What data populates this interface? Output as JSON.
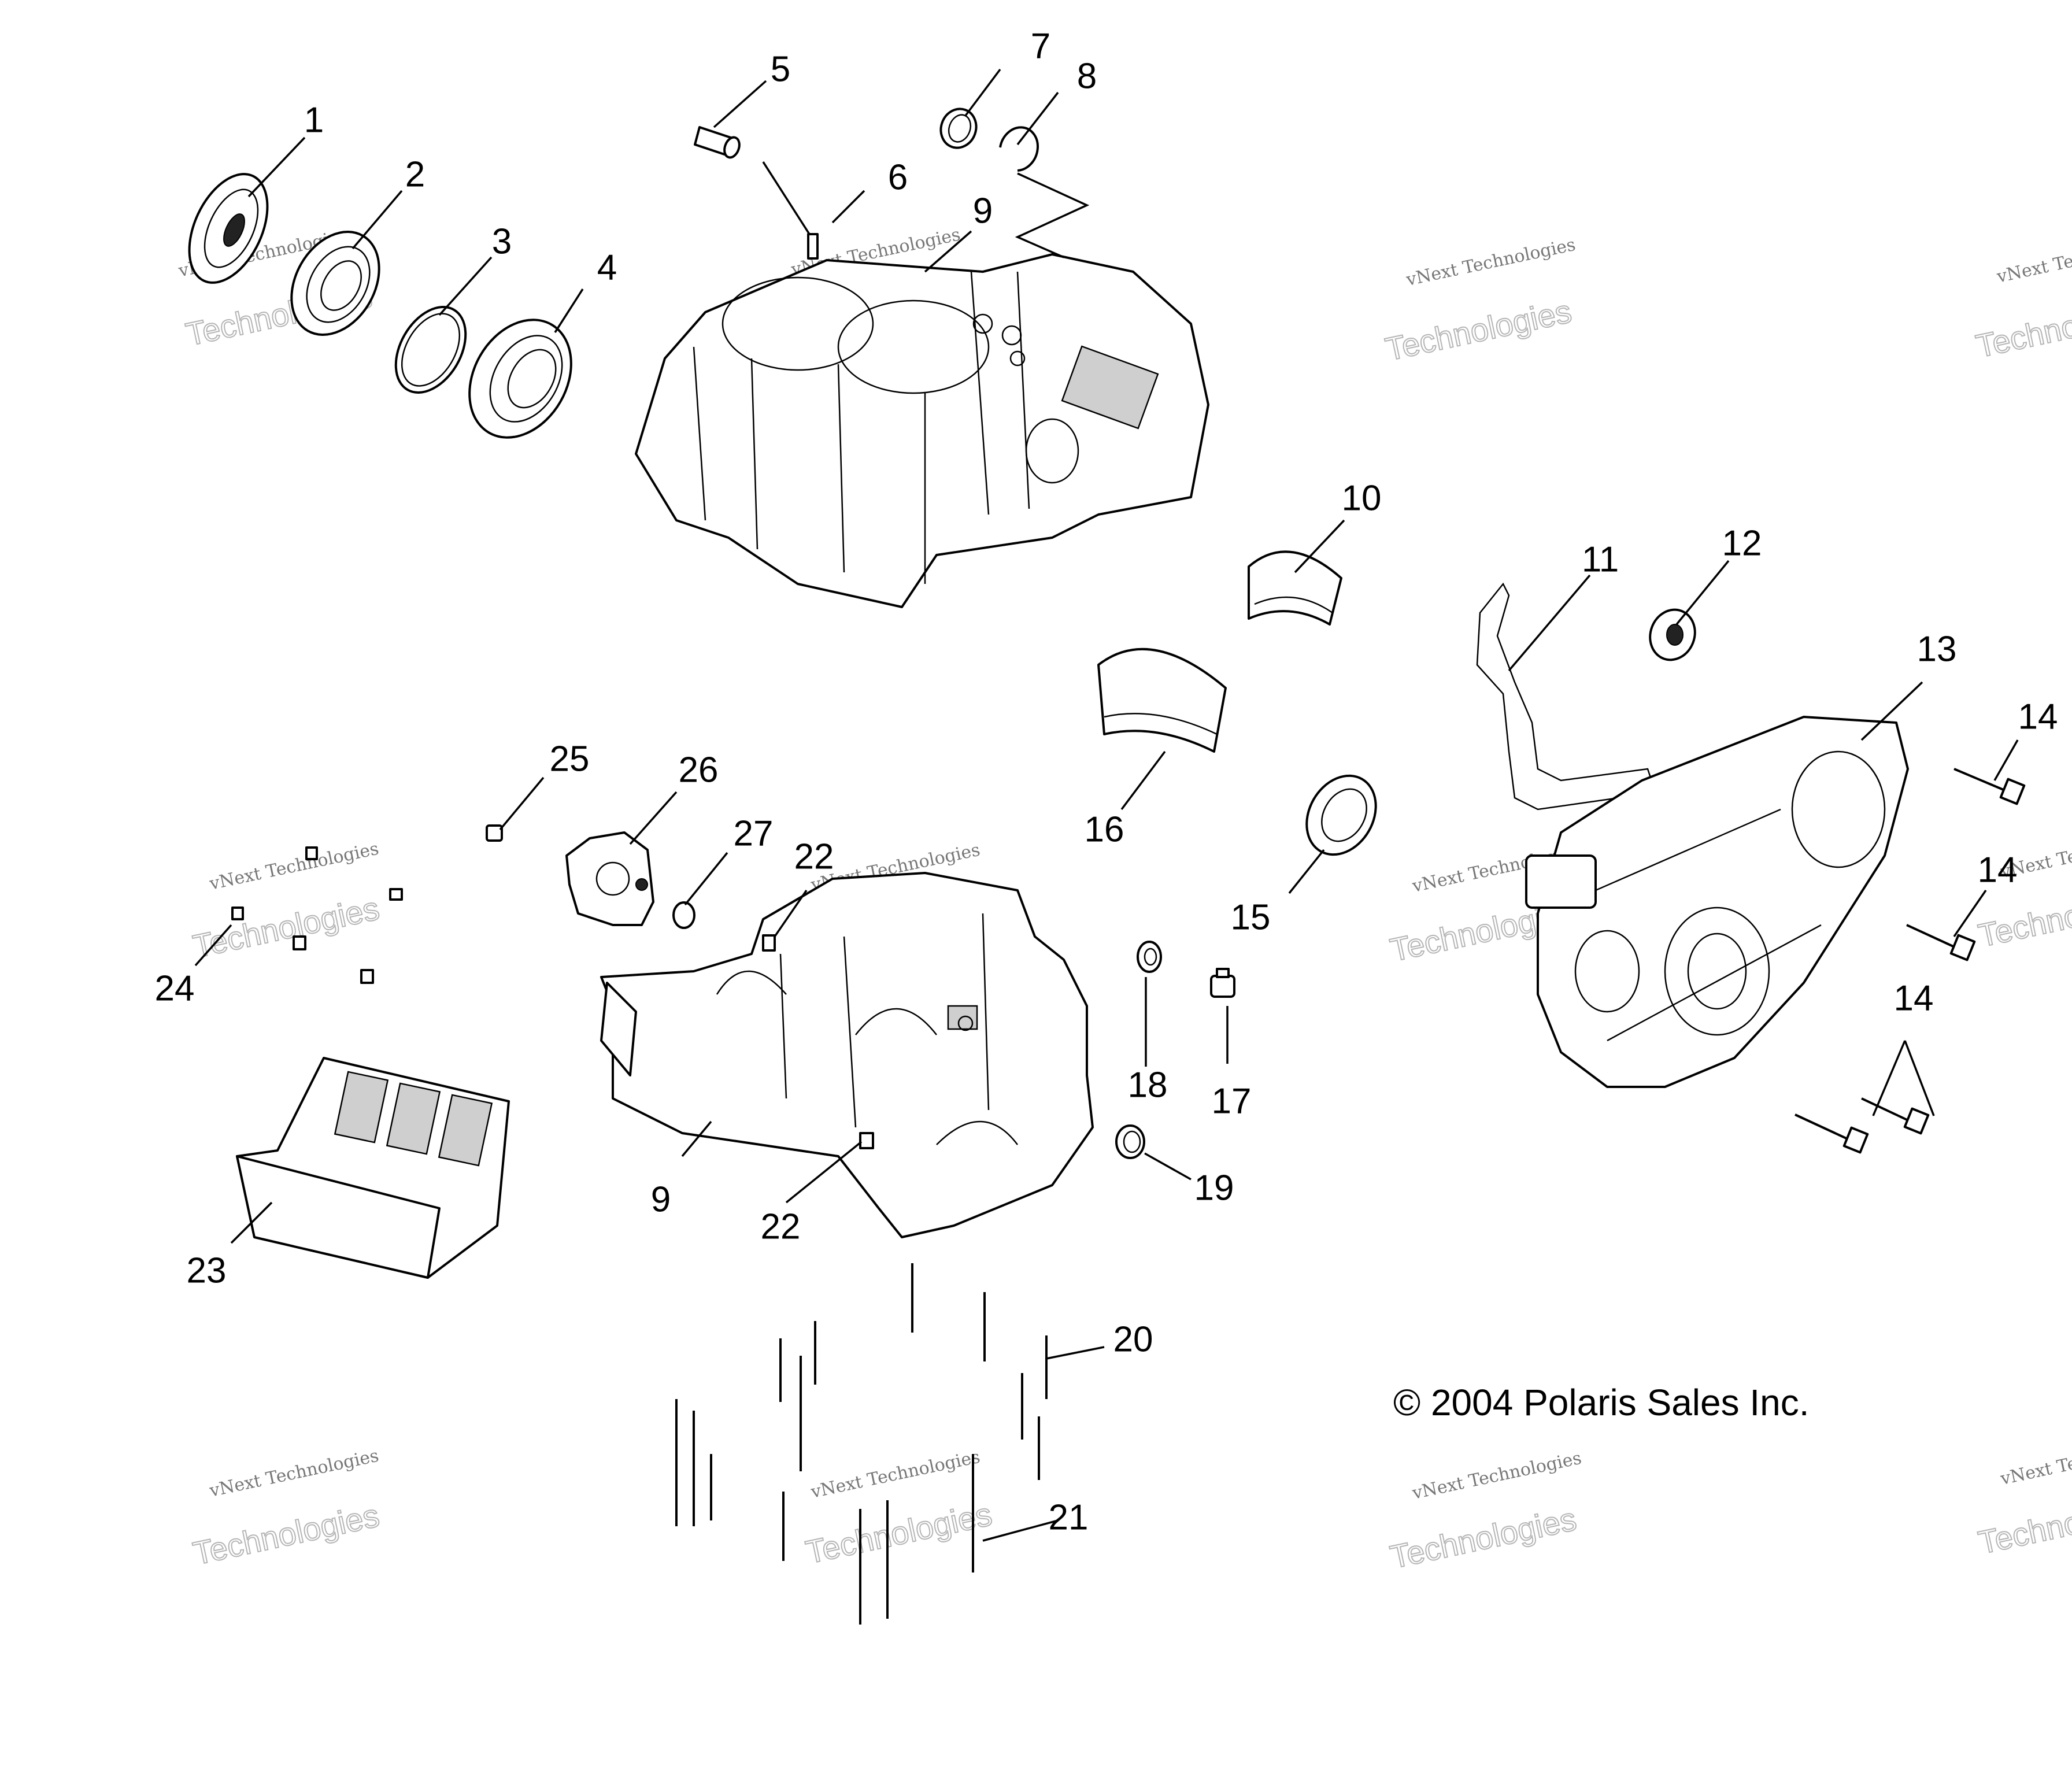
{
  "callouts": [
    "1",
    "2",
    "3",
    "4",
    "5",
    "6",
    "7",
    "8",
    "9",
    "9",
    "10",
    "11",
    "12",
    "13",
    "14",
    "14",
    "14",
    "15",
    "16",
    "17",
    "18",
    "19",
    "20",
    "21",
    "22",
    "22",
    "23",
    "24",
    "25",
    "26",
    "27"
  ],
  "copyright": "© 2004 Polaris Sales Inc.",
  "watermark": {
    "small": "vNext Technologies",
    "large": "Technologies",
    "color": "#b5b5b5"
  }
}
